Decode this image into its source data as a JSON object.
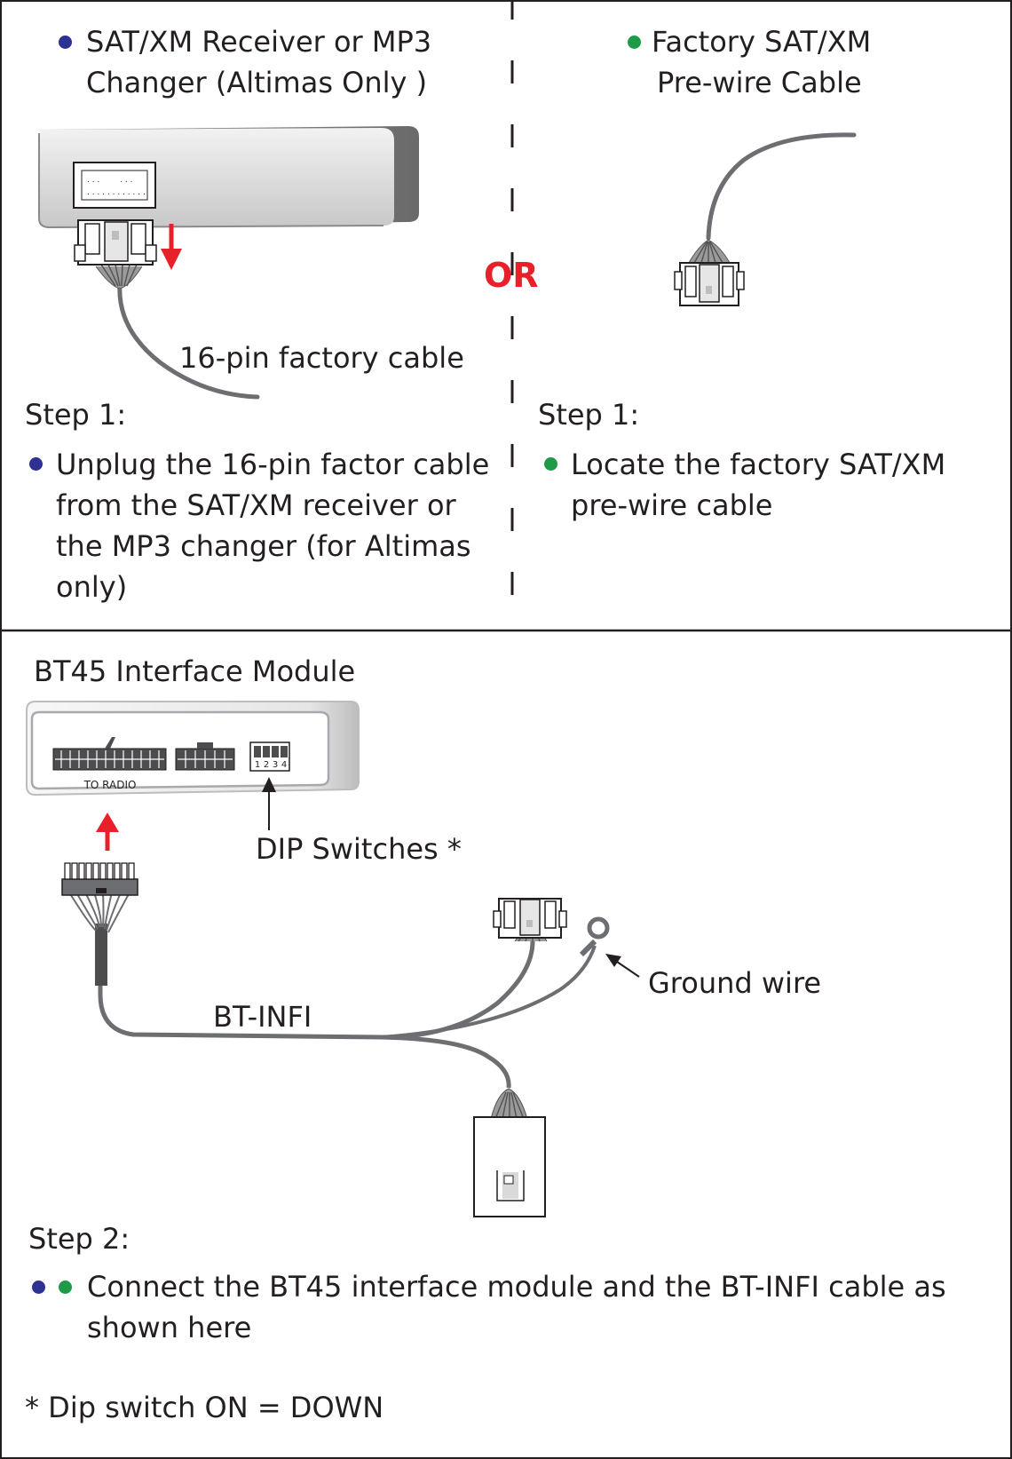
{
  "colors": {
    "blue_bullet": "#2e3192",
    "green_bullet": "#1f9a48",
    "arrow_red": "#e8202a",
    "cable_gray": "#6d6e71"
  },
  "top_left": {
    "heading_line1": "SAT/XM Receiver or MP3",
    "heading_line2": "Changer (Altimas Only )",
    "cable_label": "16-pin factory cable",
    "step_label": "Step 1:",
    "instruction_lines": [
      "Unplug the 16-pin factor cable",
      "from the SAT/XM receiver or",
      "the MP3 changer (for Altimas",
      "only)"
    ]
  },
  "top_right": {
    "heading_line1": "Factory SAT/XM",
    "heading_line2": "Pre-wire Cable",
    "step_label": "Step 1:",
    "instruction_lines": [
      "Locate the factory SAT/XM",
      "pre-wire cable"
    ]
  },
  "or_label": "OR",
  "bottom": {
    "module_title": "BT45 Interface Module",
    "to_radio_label": "TO RADIO",
    "dip_numbers": [
      "1",
      "2",
      "3",
      "4"
    ],
    "dip_label": "DIP Switches *",
    "ground_label": "Ground wire",
    "cable_name": "BT-INFI",
    "step_label": "Step 2:",
    "instruction_line1": "Connect the BT45 interface module  and the BT-INFI cable as",
    "instruction_line2": "shown here",
    "footnote": "* Dip switch ON = DOWN"
  }
}
